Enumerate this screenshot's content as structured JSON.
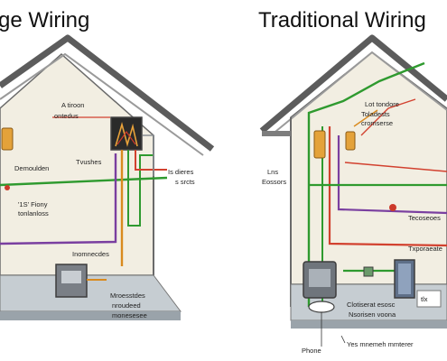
{
  "titles": {
    "left": "ge Wiring",
    "right": "Traditional Wiring"
  },
  "left_house": {
    "labels": {
      "roof_a": "A tiroon",
      "roof_b": "ontedus",
      "left_mid": "Demoulden",
      "center_mid": "Tvushes",
      "right_a": "Is dieres",
      "right_b": "s srcts",
      "lower_a": "'1S' Fiony",
      "lower_b": "tonlanloss",
      "conduit": "Inomnecdes",
      "bottom_a": "Mroesstdes",
      "bottom_b": "nroudeed",
      "bottom_c": "monesesee"
    }
  },
  "right_house": {
    "labels": {
      "roof_a": "Lot tondore",
      "roof_b": "Toladests",
      "roof_c": "cromserse",
      "left_a": "Lns",
      "left_b": "Eossors",
      "mid_right": "Tecoseoes",
      "lower_right": "Txporaeate",
      "center_a": "Clotiserat esosc",
      "center_b": "Nsorisen voona",
      "box": "tlx",
      "bottom_a": "Phone",
      "bottom_b": "Yes mnemeh mmterer"
    }
  },
  "colors": {
    "wall": "#f2eee2",
    "outline": "#5c5c5c",
    "floor": "#c6cdd2",
    "green_wire": "#2f9a2f",
    "red_wire": "#d2412f",
    "purple_wire": "#7a3fa0",
    "orange_wire": "#d98a1e",
    "gray_wire": "#8a8f94"
  }
}
